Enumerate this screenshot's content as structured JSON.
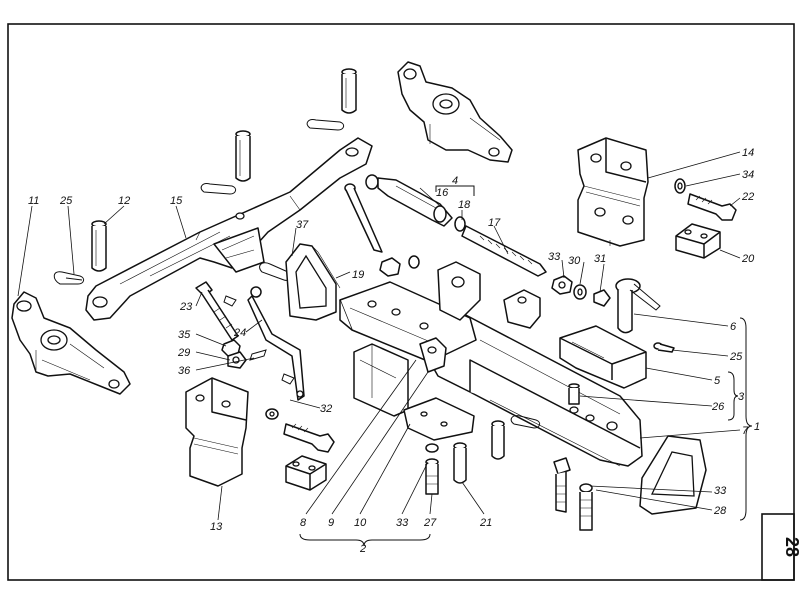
{
  "page_number": "28",
  "labels": {
    "l1": "1",
    "l2": "2",
    "l3": "3",
    "l4": "4",
    "l5": "5",
    "l6": "6",
    "l7": "7",
    "l8": "8",
    "l9": "9",
    "l10": "10",
    "l11": "11",
    "l12": "12",
    "l13": "13",
    "l14": "14",
    "l15": "15",
    "l16": "16",
    "l17": "17",
    "l18": "18",
    "l19": "19",
    "l20": "20",
    "l21": "21",
    "l22": "22",
    "l23": "23",
    "l24": "24",
    "l25a": "25",
    "l25b": "25",
    "l26": "26",
    "l27": "27",
    "l28": "28",
    "l29": "29",
    "l30": "30",
    "l31": "31",
    "l32": "32",
    "l33a": "33",
    "l33b": "33",
    "l33c": "33",
    "l34": "34",
    "l35": "35",
    "l36": "36",
    "l37": "37"
  }
}
